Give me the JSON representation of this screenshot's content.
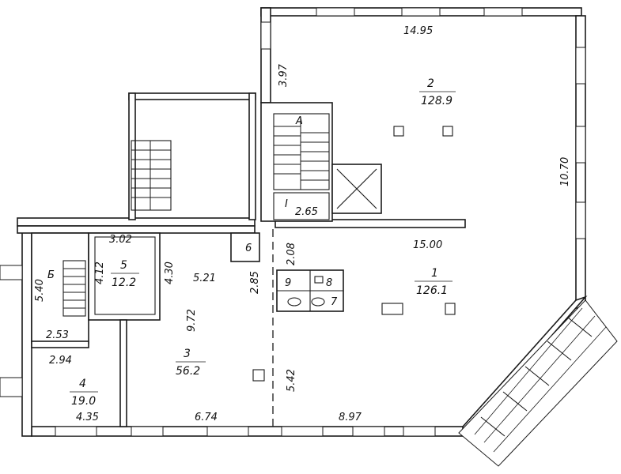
{
  "rooms": [
    {
      "number": "1",
      "area": "126.1"
    },
    {
      "number": "2",
      "area": "128.9"
    },
    {
      "number": "3",
      "area": "56.2"
    },
    {
      "number": "4",
      "area": "19.0"
    },
    {
      "number": "5",
      "area": "12.2"
    }
  ],
  "dimensions": {
    "d_1495": "14.95",
    "d_397": "3.97",
    "d_1070": "10.70",
    "d_1500": "15.00",
    "d_265": "2.65",
    "d_208": "2.08",
    "d_302": "3.02",
    "d_412": "4.12",
    "d_430": "4.30",
    "d_521": "5.21",
    "d_285": "2.85",
    "d_972": "9.72",
    "d_540": "5.40",
    "d_253": "2.53",
    "d_294": "2.94",
    "d_542": "5.42",
    "d_435": "4.35",
    "d_674": "6.74",
    "d_897": "8.97"
  },
  "marks": {
    "stair_a": "А",
    "stair_b": "Б",
    "roman_1": "I",
    "wc_6": "6",
    "wc_7": "7",
    "wc_8": "8",
    "wc_9": "9"
  }
}
